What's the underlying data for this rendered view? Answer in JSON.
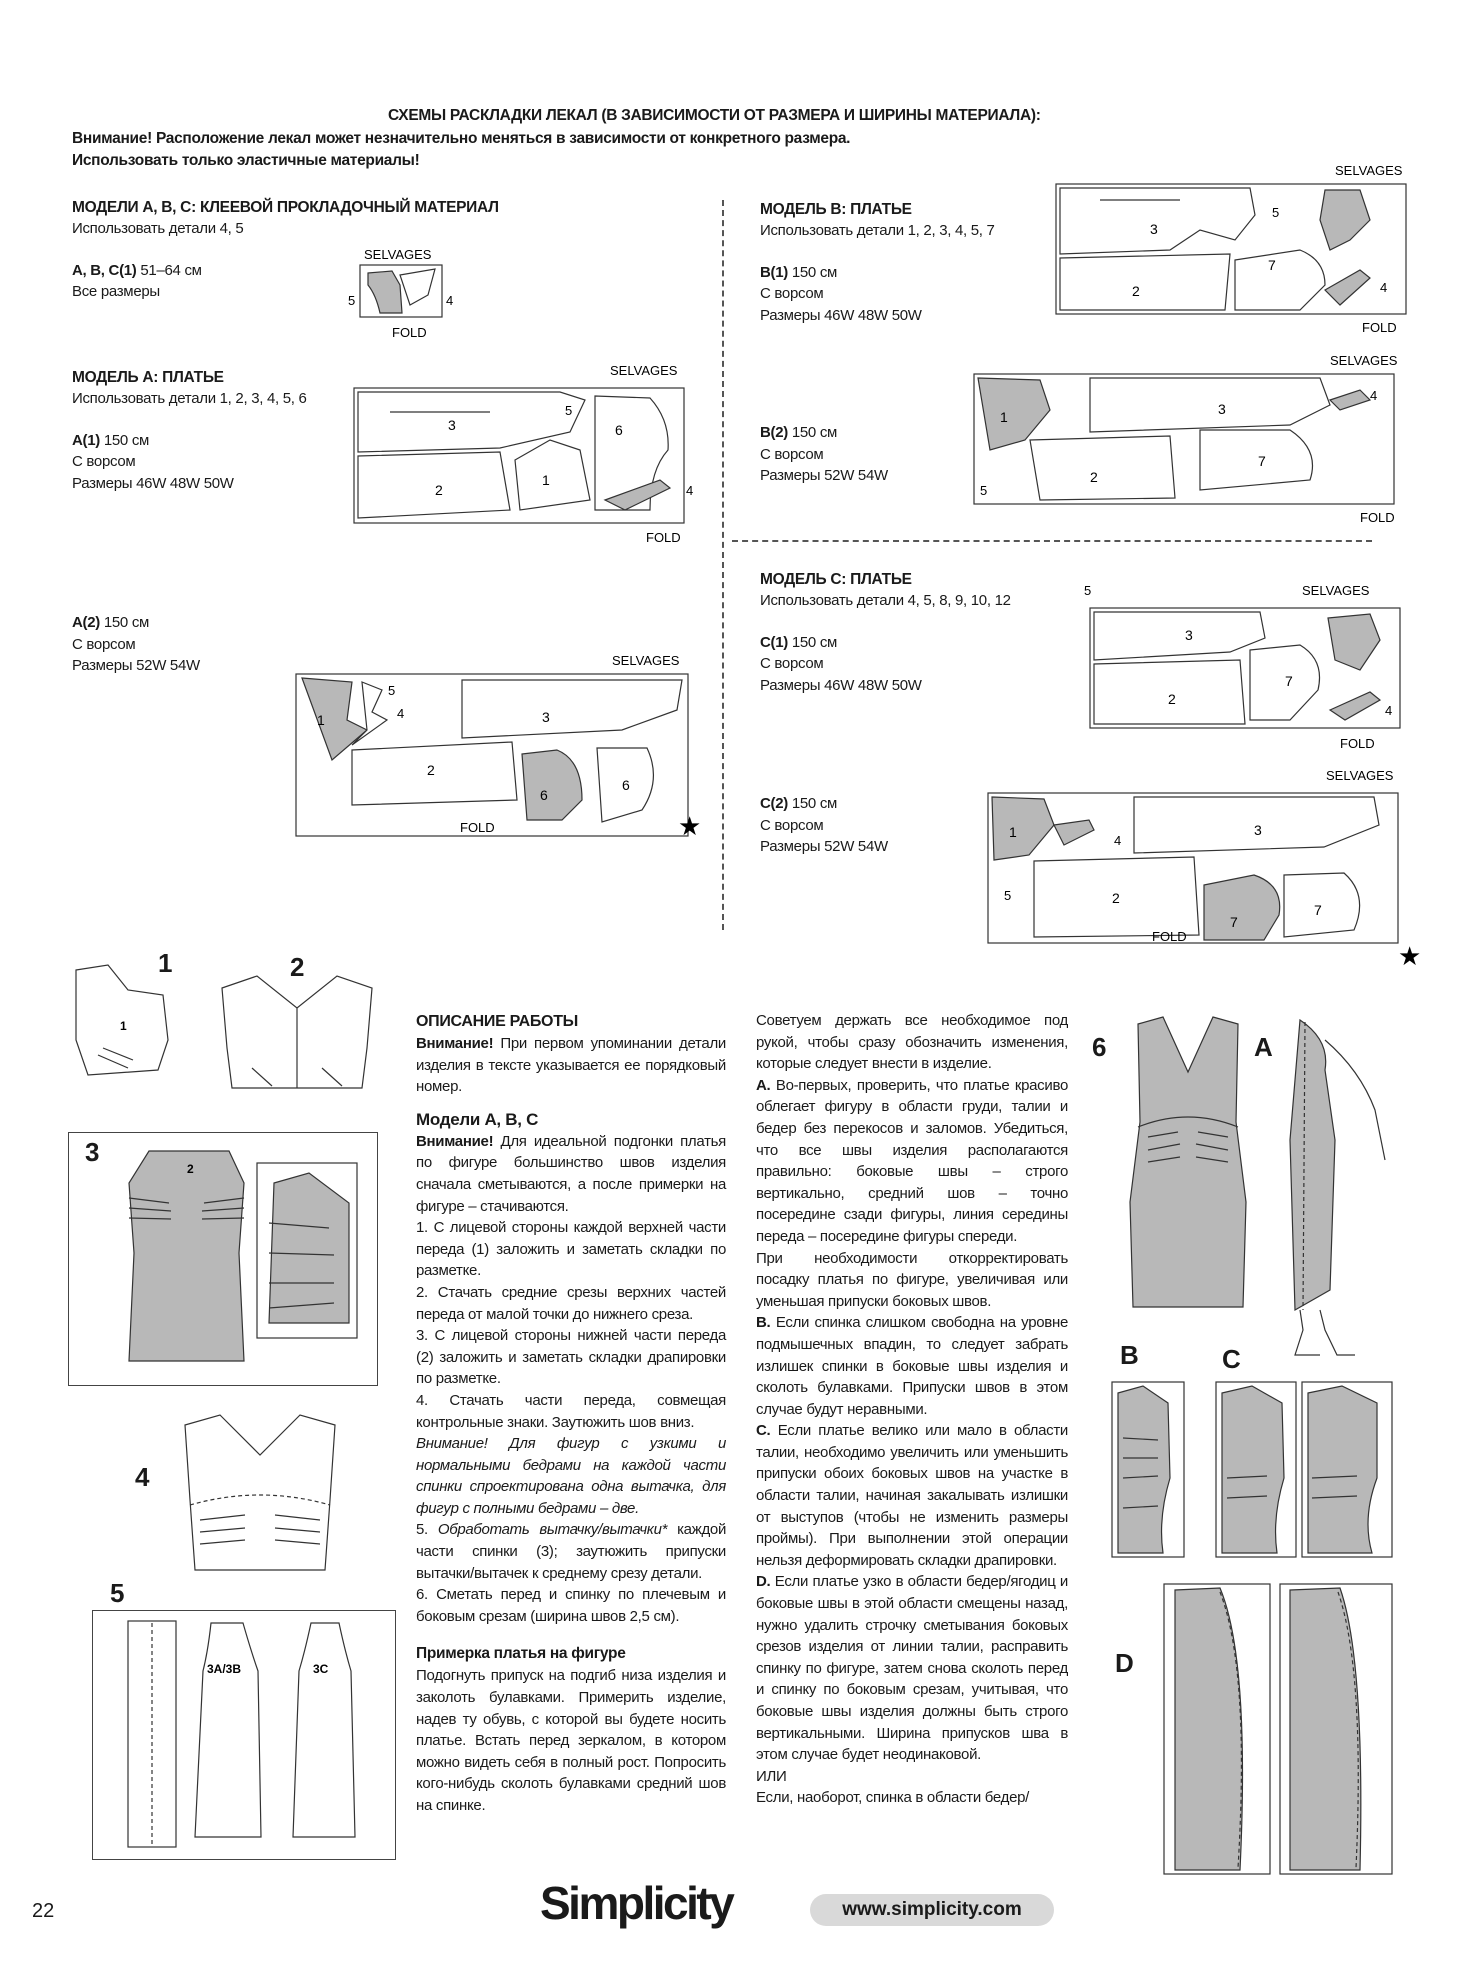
{
  "header": {
    "title": "СХЕМЫ РАСКЛАДКИ ЛЕКАЛ (В ЗАВИСИМОСТИ ОТ РАЗМЕРА И ШИРИНЫ МАТЕРИАЛА):",
    "warning1": "Внимание! Расположение лекал может незначительно меняться в зависимости от конкретного размера.",
    "warning2": "Использовать только эластичные материалы!"
  },
  "layouts": {
    "abc": {
      "title": "МОДЕЛИ А, В, С: КЛЕЕВОЙ ПРОКЛАДОЧНЫЙ МАТЕРИАЛ",
      "use": "Использовать детали 4, 5",
      "code": "А, В, С(1)",
      "width": " 51–64 см",
      "sizes": "Все размеры"
    },
    "a": {
      "title": "МОДЕЛЬ А: ПЛАТЬЕ",
      "use": "Использовать детали 1, 2, 3, 4, 5, 6",
      "v1": {
        "code": "А(1)",
        "width": " 150 см",
        "nap": "С ворсом",
        "sizes": "Размеры 46W 48W 50W"
      },
      "v2": {
        "code": "А(2)",
        "width": " 150 см",
        "nap": "С ворсом",
        "sizes": "Размеры 52W 54W"
      }
    },
    "b": {
      "title": "МОДЕЛЬ В: ПЛАТЬЕ",
      "use": "Использовать детали 1, 2, 3, 4, 5, 7",
      "v1": {
        "code": "В(1)",
        "width": " 150 см",
        "nap": "С ворсом",
        "sizes": "Размеры 46W 48W 50W"
      },
      "v2": {
        "code": "В(2)",
        "width": " 150 см",
        "nap": "С ворсом",
        "sizes": "Размеры 52W 54W"
      }
    },
    "c": {
      "title": "МОДЕЛЬ С: ПЛАТЬЕ",
      "use": "Использовать детали 4, 5, 8, 9, 10, 12",
      "v1": {
        "code": "С(1)",
        "width": " 150 см",
        "nap": "С ворсом",
        "sizes": "Размеры 46W 48W 50W"
      },
      "v2": {
        "code": "С(2)",
        "width": " 150 см",
        "nap": "С ворсом",
        "sizes": "Размеры 52W 54W"
      }
    }
  },
  "labels": {
    "selvages": "SELVAGES",
    "fold": "FOLD",
    "star": "★"
  },
  "figures": {
    "n1": "1",
    "n2": "2",
    "n3": "3",
    "n4": "4",
    "n5": "5",
    "n6": "6",
    "nA": "A",
    "nB": "B",
    "nC": "C",
    "nD": "D",
    "p3a3b": "3A/3B",
    "p3c": "3C"
  },
  "instructions": {
    "title": "ОПИСАНИЕ РАБОТЫ",
    "note_b": "Внимание!",
    "note": " При первом упоминании детали изделия в тексте указывается ее порядковый номер.",
    "models": "Модели А, В, С",
    "att_b": "Внимание!",
    "att": " Для идеальной подгонки платья по фигуре большинство швов изделия сначала сметываются, а после примерки на фигуре – стачиваются.",
    "s1": "1. С лицевой стороны каждой верхней части переда (1) заложить и заметать складки по разметке.",
    "s2": "2. Стачать средние срезы верхних частей переда от малой точки до нижнего среза.",
    "s3": "3. С лицевой стороны нижней части переда (2) заложить и заметать складки драпировки по разметке.",
    "s4": "4. Стачать части переда, совмещая контрольные знаки. Заутюжить шов вниз.",
    "s4i": "Внимание! Для фигур с узкими и нормальными бедрами на каждой части спинки спроектирована одна вытачка, для фигур с полными бедрами – две.",
    "s5a": "5. ",
    "s5i": "Обработать вытачку/вытачки*",
    "s5b": " каждой части спинки (3); заутюжить припуски вытачки/вытачек к среднему срезу детали.",
    "s6": "6. Сметать перед и спинку по плечевым и боковым срезам (ширина швов 2,5 см).",
    "fit_title": "Примерка платья на фигуре",
    "fit": "Подогнуть припуск на подгиб низа изделия и заколоть булавками. Примерить изделие, надев ту обувь, с которой вы будете носить платье. Встать перед зеркалом, в котором можно видеть себя в полный рост. Попросить кого-нибудь сколоть булавками средний шов на спинке.",
    "c2p1": "Советуем держать все необходимое под рукой, чтобы сразу обозначить изменения, которые следует внести в изделие.",
    "a_b": "А.",
    "a": " Во-первых, проверить, что платье красиво облегает фигуру в области груди, талии и бедер без перекосов и заломов. Убедиться, что все швы изделия располагаются правильно: боковые швы – строго вертикально, средний шов – точно посередине сзади фигуры, линия середины переда – посередине фигуры спереди.",
    "a2": "При необходимости откорректировать посадку платья по фигуре, увеличивая или уменьшая припуски боковых швов.",
    "b_b": "В.",
    "b": " Если спинка слишком свободна на уровне подмышечных впадин, то следует забрать излишек спинки в боковые швы изделия и сколоть булавками. Припуски швов в этом случае будут неравными.",
    "c_b": "С.",
    "c": " Если платье велико или мало в области талии, необходимо увеличить или уменьшить припуски обоих боковых швов на участке в области талии, начиная закалывать излишки от выступов (чтобы не изменить размеры проймы). При выполнении этой операции нельзя деформировать складки драпировки.",
    "d_b": "D.",
    "d": " Если платье узко в области бедер/ягодиц и боковые швы в этой области смещены назад, нужно удалить строчку сметывания боковых срезов изделия от линии талии, расправить спинку по фигуре, затем снова сколоть перед и спинку по боковым срезам, учитывая, что боковые швы изделия должны быть строго вертикальными. Ширина припусков шва в этом случае будет неодинаковой.",
    "or": "ИЛИ",
    "last": "Если, наоборот, спинка в области бедер/"
  },
  "footer": {
    "page": "22",
    "brand": "Simplicity",
    "url": "www.simplicity.com"
  }
}
